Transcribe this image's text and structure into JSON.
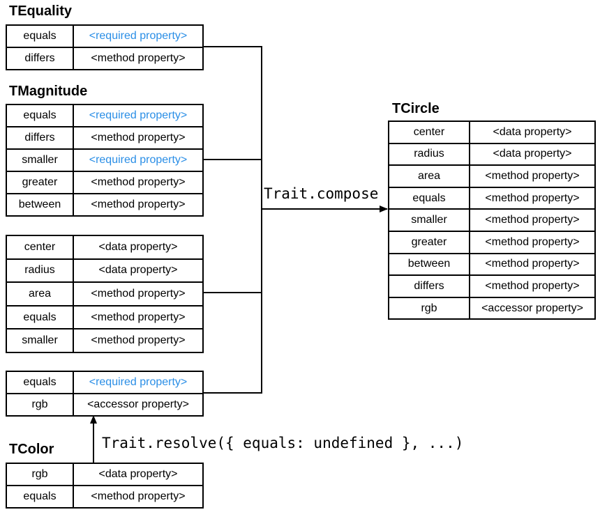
{
  "colors": {
    "required": "#2a8ee6",
    "line": "#000000"
  },
  "equality": {
    "title": "TEquality",
    "rows": [
      {
        "name": "equals",
        "value": "<required property>",
        "required": true
      },
      {
        "name": "differs",
        "value": "<method property>",
        "required": false
      }
    ]
  },
  "magnitude": {
    "title": "TMagnitude",
    "rows": [
      {
        "name": "equals",
        "value": "<required property>",
        "required": true
      },
      {
        "name": "differs",
        "value": "<method property>",
        "required": false
      },
      {
        "name": "smaller",
        "value": "<required property>",
        "required": true
      },
      {
        "name": "greater",
        "value": "<method property>",
        "required": false
      },
      {
        "name": "between",
        "value": "<method property>",
        "required": false
      }
    ]
  },
  "circle_local": {
    "rows": [
      {
        "name": "center",
        "value": "<data property>",
        "required": false
      },
      {
        "name": "radius",
        "value": "<data property>",
        "required": false
      },
      {
        "name": "area",
        "value": "<method property>",
        "required": false
      },
      {
        "name": "equals",
        "value": "<method property>",
        "required": false
      },
      {
        "name": "smaller",
        "value": "<method property>",
        "required": false
      }
    ]
  },
  "color_resolved": {
    "rows": [
      {
        "name": "equals",
        "value": "<required property>",
        "required": true
      },
      {
        "name": "rgb",
        "value": "<accessor property>",
        "required": false
      }
    ]
  },
  "color": {
    "title": "TColor",
    "rows": [
      {
        "name": "rgb",
        "value": "<data property>",
        "required": false
      },
      {
        "name": "equals",
        "value": "<method property>",
        "required": false
      }
    ]
  },
  "circle": {
    "title": "TCircle",
    "rows": [
      {
        "name": "center",
        "value": "<data property>",
        "required": false
      },
      {
        "name": "radius",
        "value": "<data property>",
        "required": false
      },
      {
        "name": "area",
        "value": "<method property>",
        "required": false
      },
      {
        "name": "equals",
        "value": "<method property>",
        "required": false
      },
      {
        "name": "smaller",
        "value": "<method property>",
        "required": false
      },
      {
        "name": "greater",
        "value": "<method property>",
        "required": false
      },
      {
        "name": "between",
        "value": "<method property>",
        "required": false
      },
      {
        "name": "differs",
        "value": "<method property>",
        "required": false
      },
      {
        "name": "rgb",
        "value": "<accessor property>",
        "required": false
      }
    ]
  },
  "labels": {
    "compose": "Trait.compose",
    "resolve": "Trait.resolve({ equals: undefined }, ...)"
  }
}
